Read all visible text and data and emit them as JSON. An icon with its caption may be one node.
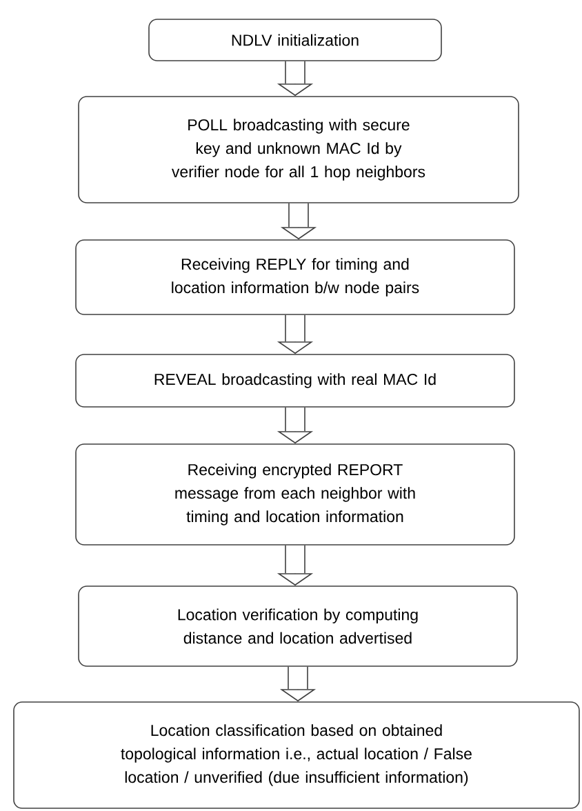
{
  "diagram": {
    "nodes": [
      {
        "text": [
          "NDLV initialization"
        ]
      },
      {
        "text": [
          "POLL broadcasting with secure key and unknown MAC Id by verifier node for all 1 hop neighbors"
        ]
      },
      {
        "text": [
          "Receiving REPLY for timing and location information b/w node pairs"
        ]
      },
      {
        "text": [
          "REVEAL broadcasting with real MAC Id"
        ]
      },
      {
        "text": [
          "Receiving encrypted REPORT message from each neighbor with timing and location information"
        ]
      },
      {
        "text": [
          "Location verification by computing distance and location advertised"
        ]
      },
      {
        "text": [
          "Location classification based on obtained topological information i.e., actual location / False location / unverified (due insufficient information)"
        ]
      }
    ],
    "edges": [
      {
        "from": 0,
        "to": 1,
        "arrow": "to"
      },
      {
        "from": 1,
        "to": 2,
        "arrow": "to"
      },
      {
        "from": 2,
        "to": 3,
        "arrow": "to"
      },
      {
        "from": 3,
        "to": 4,
        "arrow": "to"
      },
      {
        "from": 4,
        "to": 5,
        "arrow": "to"
      },
      {
        "from": 5,
        "to": 6,
        "arrow": "to"
      }
    ]
  }
}
